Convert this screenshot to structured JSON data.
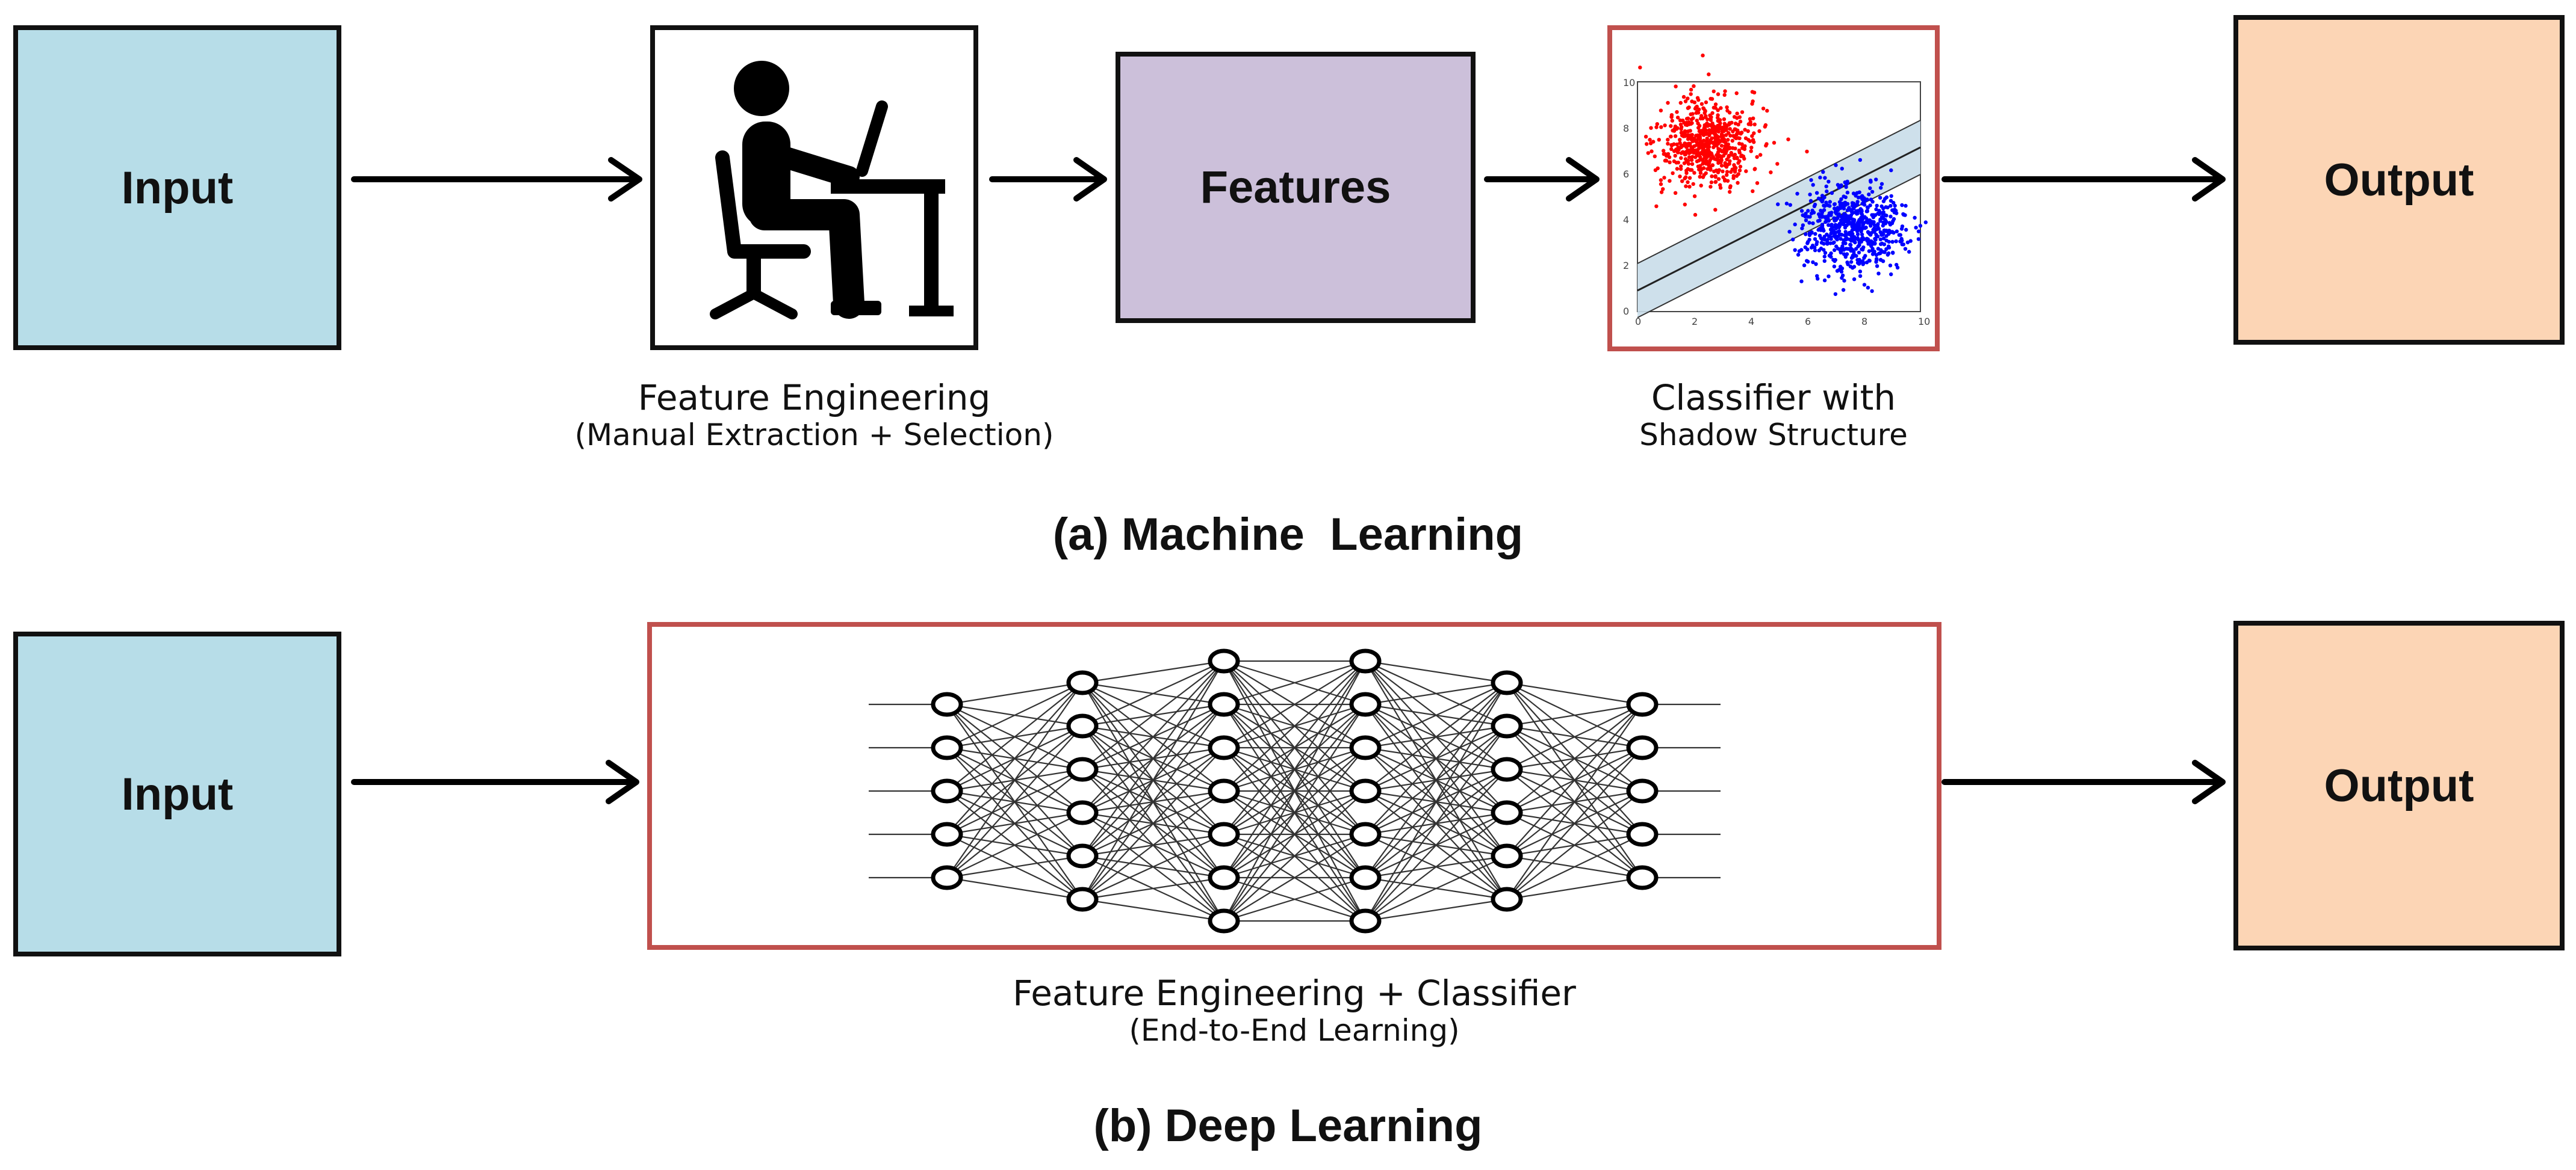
{
  "diagram": {
    "machine_learning": {
      "input_label": "Input",
      "features_label": "Features",
      "output_label": "Output",
      "feature_engineering_caption": "Feature Engineering",
      "feature_engineering_subcaption": "(Manual Extraction + Selection)",
      "classifier_caption": "Classifier with",
      "classifier_subcaption": "Shadow Structure",
      "section_title": "(a) Machine  Learning",
      "person_icon": "person-at-desk-icon",
      "scatter_axis_ticks": [
        "0",
        "2",
        "4",
        "6",
        "8",
        "10"
      ]
    },
    "deep_learning": {
      "input_label": "Input",
      "output_label": "Output",
      "caption": "Feature Engineering + Classifier",
      "subcaption": "(End-to-End Learning)",
      "section_title": "(b) Deep Learning",
      "network_icon": "neural-network-icon"
    },
    "colors": {
      "input_fill": "#b7dde8",
      "features_fill": "#ccc0da",
      "output_fill": "#fcd5b5",
      "highlight_border": "#c0504d",
      "class_a": "#ff0000",
      "class_b": "#0000ff"
    }
  }
}
